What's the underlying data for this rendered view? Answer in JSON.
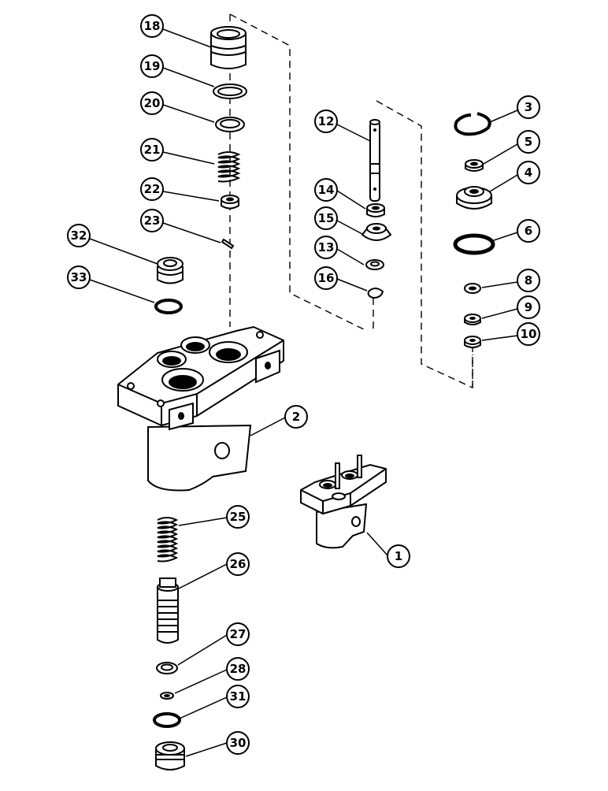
{
  "diagram": {
    "type": "exploded parts view",
    "callouts": [
      {
        "id": "callout-18",
        "label": "18"
      },
      {
        "id": "callout-19",
        "label": "19"
      },
      {
        "id": "callout-20",
        "label": "20"
      },
      {
        "id": "callout-21",
        "label": "21"
      },
      {
        "id": "callout-22",
        "label": "22"
      },
      {
        "id": "callout-23",
        "label": "23"
      },
      {
        "id": "callout-32",
        "label": "32"
      },
      {
        "id": "callout-33",
        "label": "33"
      },
      {
        "id": "callout-12",
        "label": "12"
      },
      {
        "id": "callout-14",
        "label": "14"
      },
      {
        "id": "callout-15",
        "label": "15"
      },
      {
        "id": "callout-13",
        "label": "13"
      },
      {
        "id": "callout-16",
        "label": "16"
      },
      {
        "id": "callout-3",
        "label": "3"
      },
      {
        "id": "callout-5",
        "label": "5"
      },
      {
        "id": "callout-4",
        "label": "4"
      },
      {
        "id": "callout-6",
        "label": "6"
      },
      {
        "id": "callout-8",
        "label": "8"
      },
      {
        "id": "callout-9",
        "label": "9"
      },
      {
        "id": "callout-10",
        "label": "10"
      },
      {
        "id": "callout-2",
        "label": "2"
      },
      {
        "id": "callout-1",
        "label": "1"
      },
      {
        "id": "callout-25",
        "label": "25"
      },
      {
        "id": "callout-26",
        "label": "26"
      },
      {
        "id": "callout-27",
        "label": "27"
      },
      {
        "id": "callout-28",
        "label": "28"
      },
      {
        "id": "callout-31",
        "label": "31"
      },
      {
        "id": "callout-30",
        "label": "30"
      }
    ]
  }
}
